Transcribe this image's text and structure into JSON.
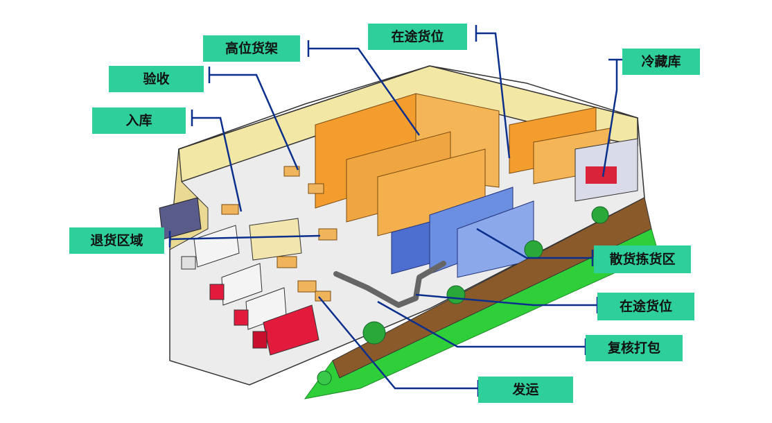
{
  "colors": {
    "label_bg": "#2ecf9b",
    "leader": "#0b2f8c",
    "grass": "#2fcf3a",
    "wall": "#f3e7a6",
    "floor": "#ececec",
    "rack": "#f29d2e",
    "bulk_rack": "#6a8fe0",
    "truck_red": "#e21b3c"
  },
  "labels": {
    "high_rack": "高位货架",
    "in_transit_top": "在途货位",
    "cold_storage": "冷藏库",
    "inspection": "验收",
    "inbound": "入库",
    "returns_area": "退货区域",
    "bulk_picking": "散货拣货区",
    "in_transit_right": "在途货位",
    "recheck_pack": "复核打包",
    "shipping": "发运"
  }
}
